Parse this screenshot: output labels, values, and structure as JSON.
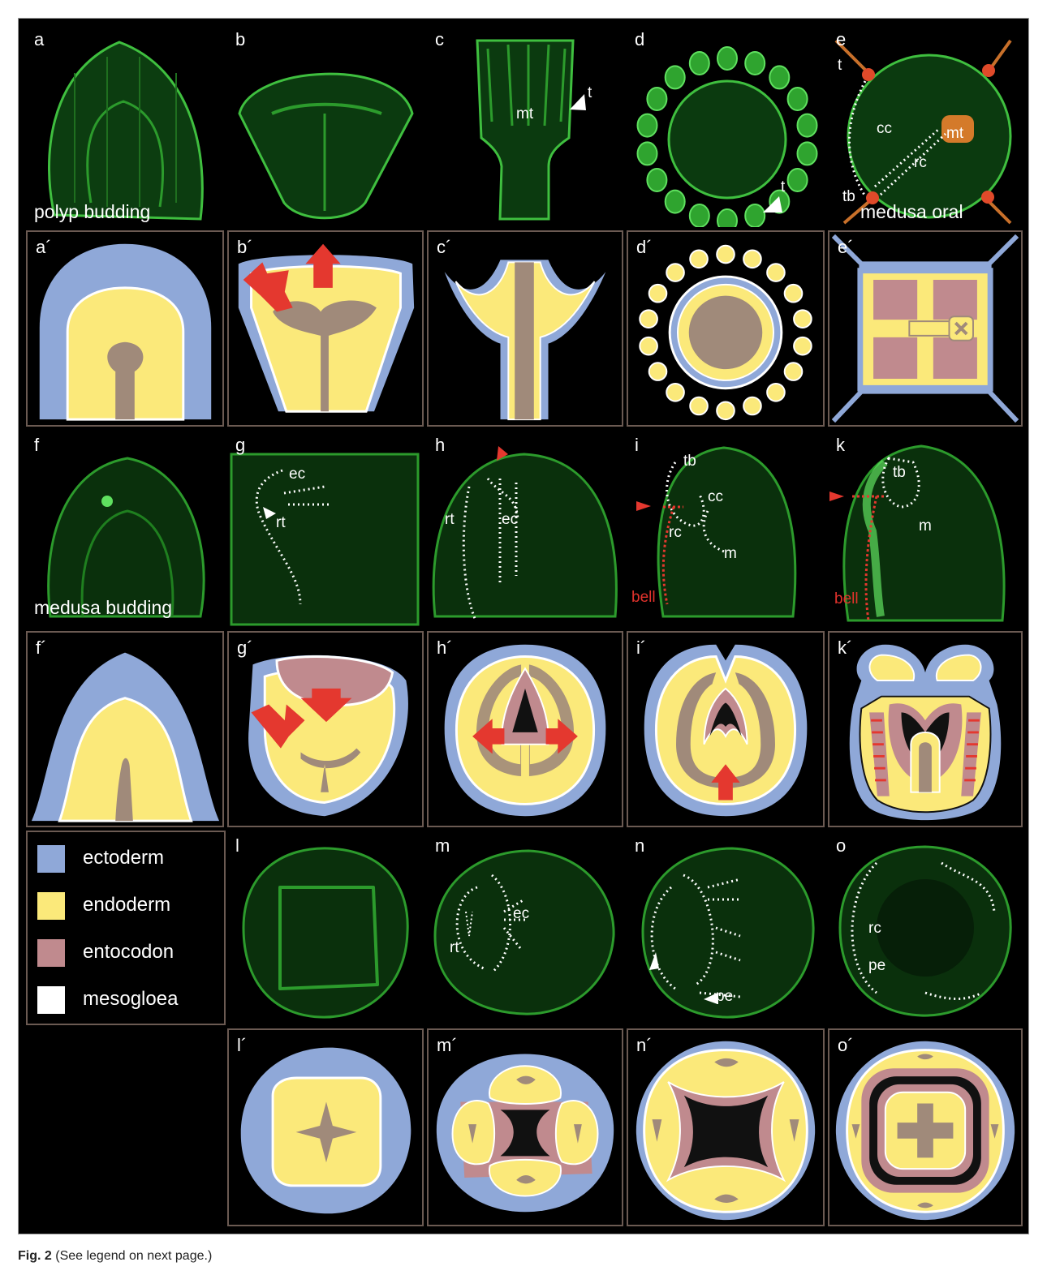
{
  "caption": {
    "label": "Fig. 2",
    "text": "(See legend on next page.)"
  },
  "labels": {
    "a": "a",
    "b": "b",
    "c": "c",
    "d": "d",
    "e": "e",
    "a2": "a´",
    "b2": "b´",
    "c2": "c´",
    "d2": "d´",
    "e2": "e´",
    "f": "f",
    "g": "g",
    "h": "h",
    "i": "i",
    "k": "k",
    "f2": "f´",
    "g2": "g´",
    "h2": "h´",
    "i2": "i´",
    "k2": "k´",
    "l": "l",
    "m": "m",
    "n": "n",
    "o": "o",
    "l2": "l´",
    "m2": "m´",
    "n2": "n´",
    "o2": "o´"
  },
  "captions": {
    "polyp_budding": "polyp budding",
    "medusa_oral": "medusa oral",
    "medusa_budding": "medusa budding"
  },
  "annotations": {
    "c_mt": "mt",
    "c_t": "t",
    "d_t": "t",
    "e_t": "t",
    "e_cc": "cc",
    "e_mt": "mt",
    "e_rc": "rc",
    "e_tb": "tb",
    "g_ec": "ec",
    "g_rt": "rt",
    "h_rt": "rt",
    "h_ec": "ec",
    "i_tb": "tb",
    "i_cc": "cc",
    "i_rc": "rc",
    "i_m": "m",
    "i_bell": "bell",
    "k_tb": "tb",
    "k_m": "m",
    "k_bell": "bell",
    "m_rt": "rt",
    "m_ec": "ec",
    "n_pe": "pe",
    "o_rc": "rc",
    "o_pe": "pe"
  },
  "legend": [
    {
      "label": "ectoderm",
      "color": "#8fa8d8"
    },
    {
      "label": "endoderm",
      "color": "#fbe97a"
    },
    {
      "label": "entocodon",
      "color": "#c08a8e"
    },
    {
      "label": "mesogloea",
      "color": "#ffffff"
    }
  ],
  "colors": {
    "gut": "#a08a7a",
    "arrow": "#e4382f",
    "fluor": "#35b335"
  }
}
